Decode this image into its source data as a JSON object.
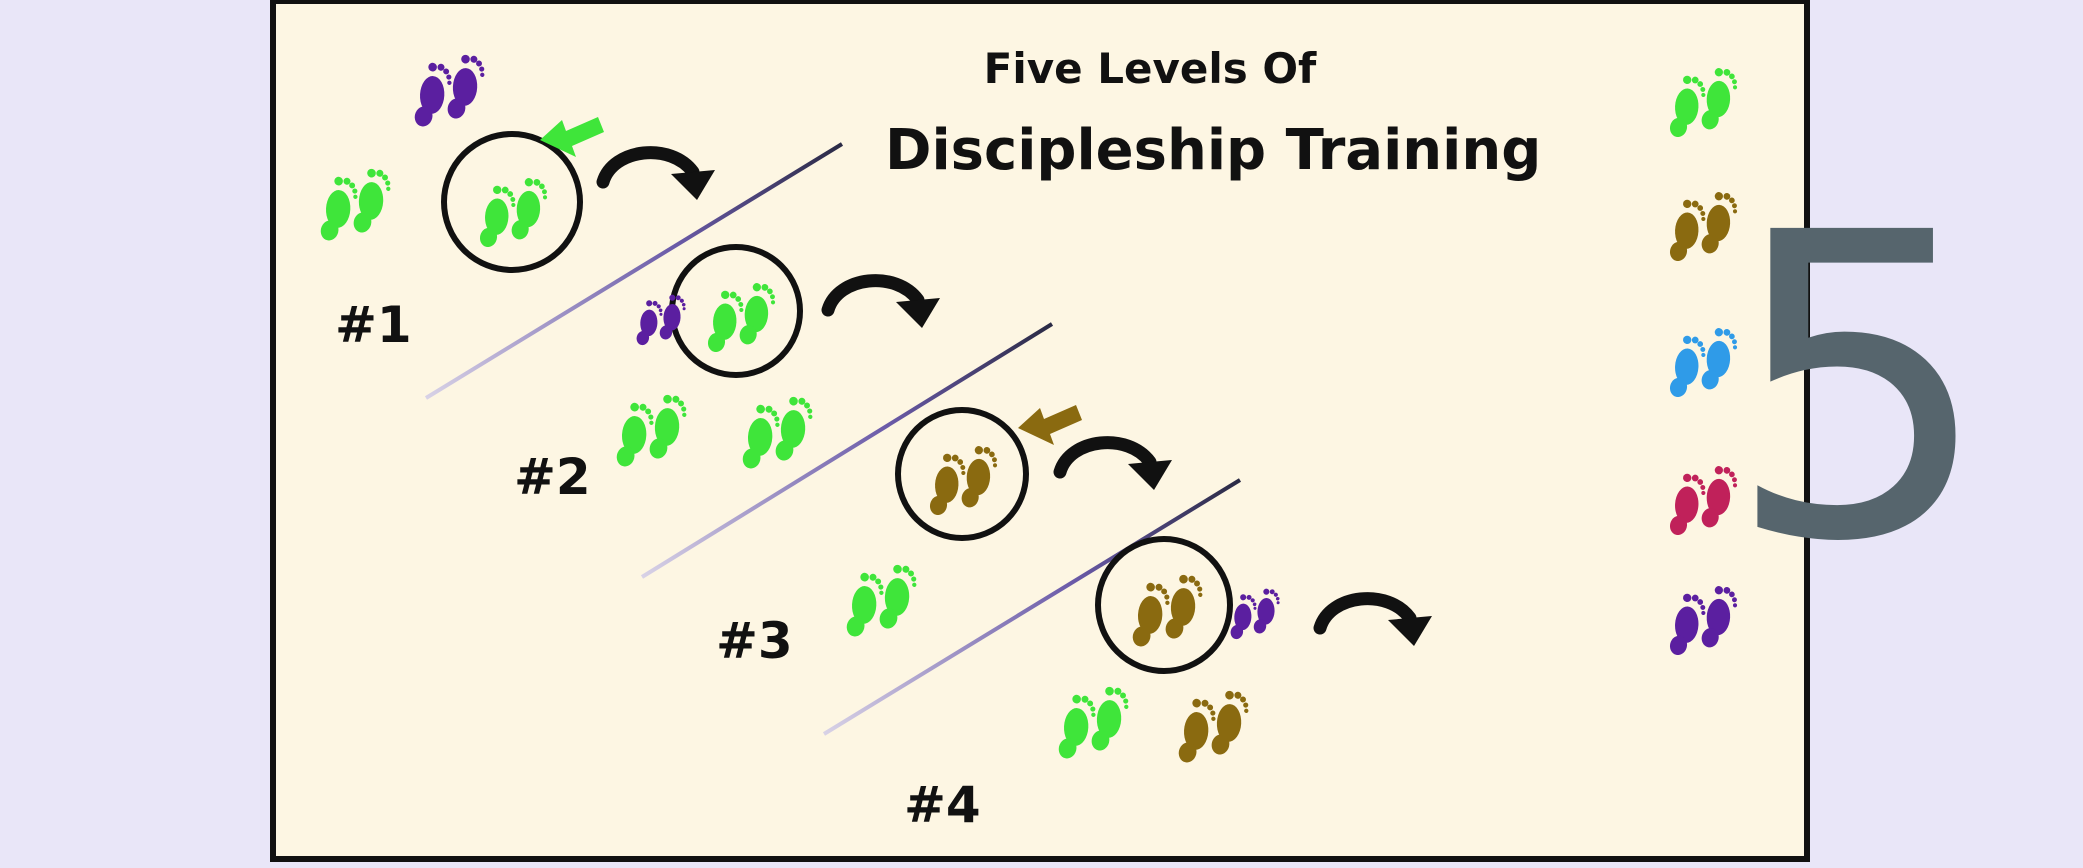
{
  "title_line1": "Five Levels Of",
  "title_line2": "Discipleship Training",
  "levels": [
    "#1",
    "#2",
    "#3",
    "#4"
  ],
  "big_number": "5",
  "colors": {
    "background": "#e9e6f8",
    "panel": "#fdf6e3",
    "green": "#3fe53a",
    "purple": "#5b1fa0",
    "brown": "#8a6a10",
    "blue": "#2f9be8",
    "crimson": "#c0215a",
    "number": "#56656d"
  },
  "icons": [
    "footprints-icon",
    "curved-arrow-icon",
    "pointer-arrow-icon",
    "circle-highlight"
  ]
}
